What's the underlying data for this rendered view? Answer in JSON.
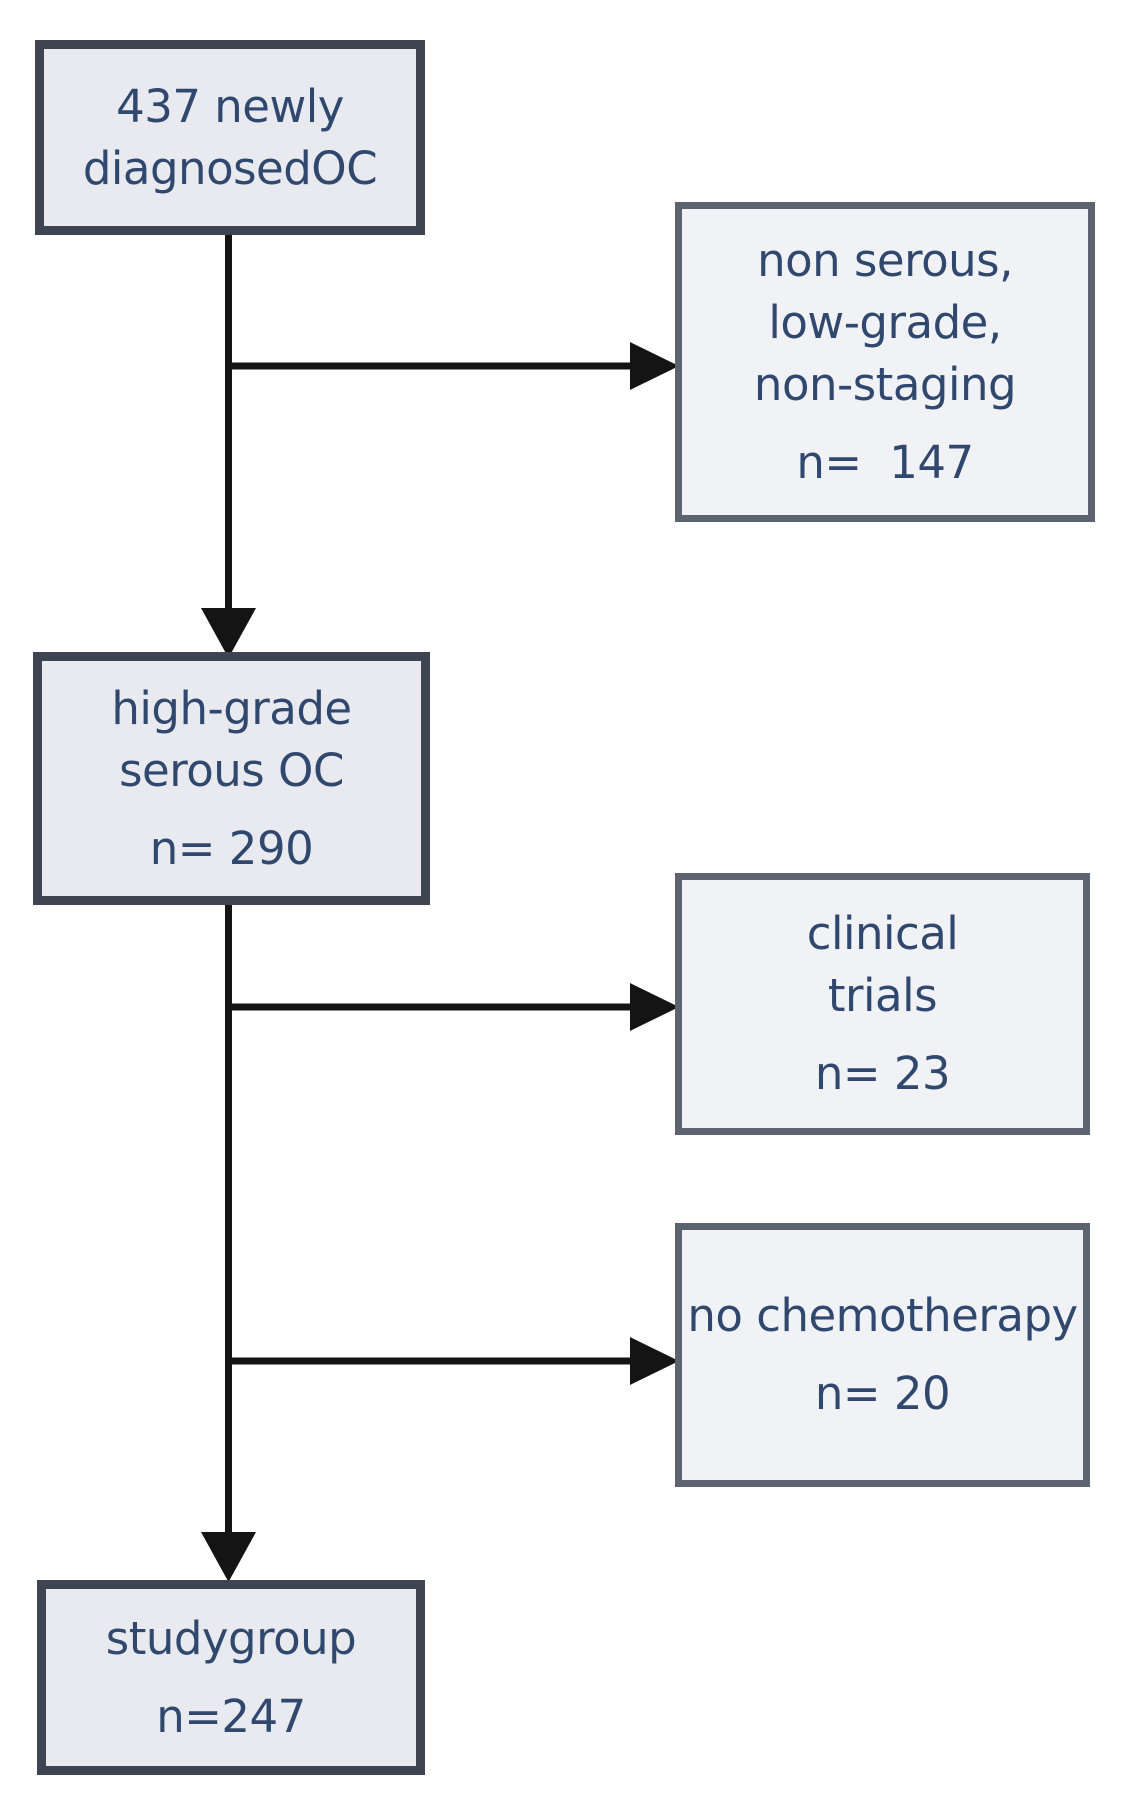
{
  "colors": {
    "text_color": "#31486e",
    "main_box_fill": "#e8eaef",
    "main_box_border": "#3e4550",
    "side_box_fill": "#f1f2f6",
    "side_box_border": "#5c6470",
    "arrow_color": "#141414"
  },
  "flow": {
    "box_diagnosed": {
      "lines": [
        "437 newly",
        "diagnosedOC"
      ]
    },
    "box_excluded": {
      "lines": [
        "non serous,",
        "low-grade,",
        "non-staging"
      ],
      "count": "n=  147"
    },
    "box_highgrade": {
      "lines": [
        "high-grade",
        "serous OC"
      ],
      "count": "n= 290"
    },
    "box_trials": {
      "lines": [
        "clinical",
        "trials"
      ],
      "count": "n= 23"
    },
    "box_nochemo": {
      "lines": [
        "no chemotherapy"
      ],
      "count": "n= 20"
    },
    "box_study": {
      "lines": [
        "studygroup"
      ],
      "count": "n=247"
    }
  }
}
